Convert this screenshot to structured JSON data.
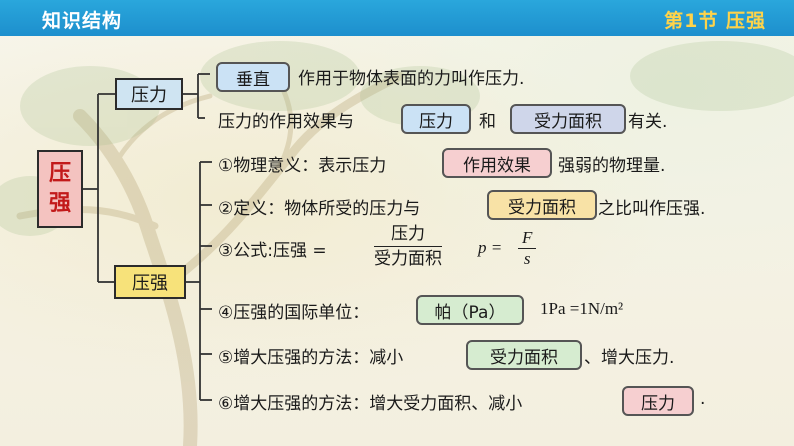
{
  "header": {
    "title": "知识结构",
    "section": "第1节 压强"
  },
  "tree": {
    "root": [
      "压",
      "强"
    ],
    "pressure": {
      "label": "压力",
      "line1": {
        "tag": "垂直",
        "text": "作用于物体表面的力叫作压力."
      },
      "line2": {
        "prefix": "压力的作用效果与",
        "tag1": "压力",
        "mid": "和",
        "tag2": "受力面积",
        "suffix": "有关."
      }
    },
    "strength": {
      "label": "压强",
      "item1": {
        "prefix": "①物理意义：表示压力",
        "tag": "作用效果",
        "suffix": "强弱的物理量."
      },
      "item2": {
        "prefix": "②定义：物体所受的压力与",
        "tag": "受力面积",
        "suffix": "之比叫作压强."
      },
      "item3": {
        "prefix": "③公式:压强 =",
        "num": "压力",
        "den": "受力面积",
        "p": "p =",
        "F": "F",
        "s": "s"
      },
      "item4": {
        "prefix": "④压强的国际单位：",
        "tag": "帕（Pa）",
        "unit": "1Pa =1N/m²"
      },
      "item5": {
        "prefix": "⑤增大压强的方法：减小",
        "tag": "受力面积",
        "suffix": "、增大压力."
      },
      "item6": {
        "prefix": "⑥增大压强的方法：增大受力面积、减小",
        "tag": "压力",
        "suffix": "."
      }
    }
  }
}
